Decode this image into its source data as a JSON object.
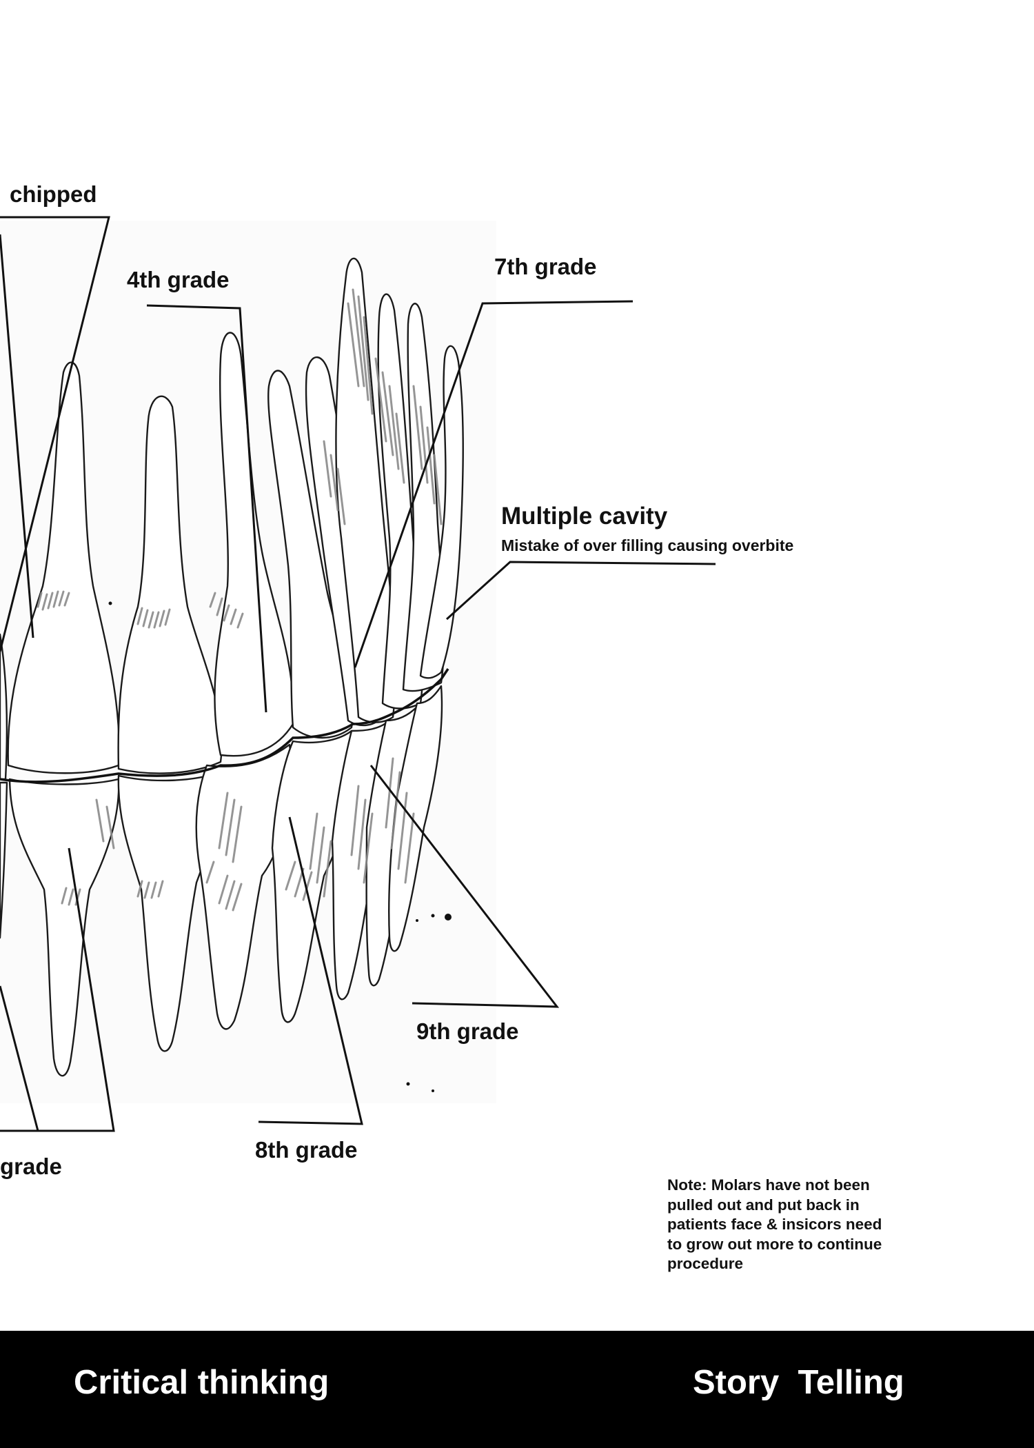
{
  "labels": {
    "chipped": "chipped",
    "grade4": "4th grade",
    "grade7": "7th grade",
    "multiple_cavity": "Multiple cavity",
    "cavity_sub": "Mistake of over filling causing overbite",
    "grade9": "9th grade",
    "grade8": "8th grade",
    "grade_partial": "grade"
  },
  "note": "Note: Molars have not been\npulled out and put back in\npatients face & insicors need\nto grow out more to continue\n procedure",
  "footer": {
    "left": "Critical thinking",
    "right": "Story  Telling"
  },
  "colors": {
    "background": "#ffffff",
    "ink": "#111111",
    "shading": "#8a8a8a",
    "footer_bg": "#000000",
    "footer_text": "#ffffff"
  },
  "icons": [
    "teeth-sketch"
  ]
}
